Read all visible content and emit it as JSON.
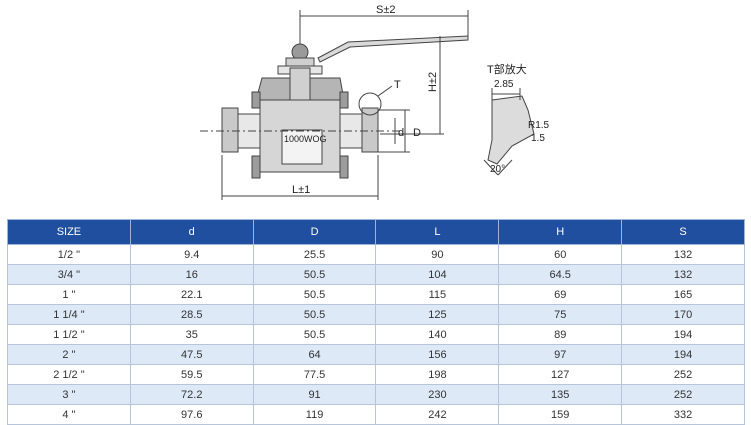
{
  "drawing": {
    "dim_s": "S±2",
    "dim_h": "H±2",
    "dim_l": "L±1",
    "dim_d_small": "d",
    "dim_d_big": "D",
    "detail_marker": "T",
    "body_marking": "1000WOG",
    "detail": {
      "title": "T部放大",
      "width": "2.85",
      "radius": "R1.5",
      "depth": "1.5",
      "angle": "20°"
    }
  },
  "table": {
    "headers": [
      "SIZE",
      "d",
      "D",
      "L",
      "H",
      "S"
    ],
    "rows": [
      [
        "1/2 \"",
        "9.4",
        "25.5",
        "90",
        "60",
        "132"
      ],
      [
        "3/4 \"",
        "16",
        "50.5",
        "104",
        "64.5",
        "132"
      ],
      [
        "1 \"",
        "22.1",
        "50.5",
        "115",
        "69",
        "165"
      ],
      [
        "1 1/4 \"",
        "28.5",
        "50.5",
        "125",
        "75",
        "170"
      ],
      [
        "1 1/2 \"",
        "35",
        "50.5",
        "140",
        "89",
        "194"
      ],
      [
        "2 \"",
        "47.5",
        "64",
        "156",
        "97",
        "194"
      ],
      [
        "2 1/2 \"",
        "59.5",
        "77.5",
        "198",
        "127",
        "252"
      ],
      [
        "3 \"",
        "72.2",
        "91",
        "230",
        "135",
        "252"
      ],
      [
        "4 \"",
        "97.6",
        "119",
        "242",
        "159",
        "332"
      ]
    ]
  }
}
